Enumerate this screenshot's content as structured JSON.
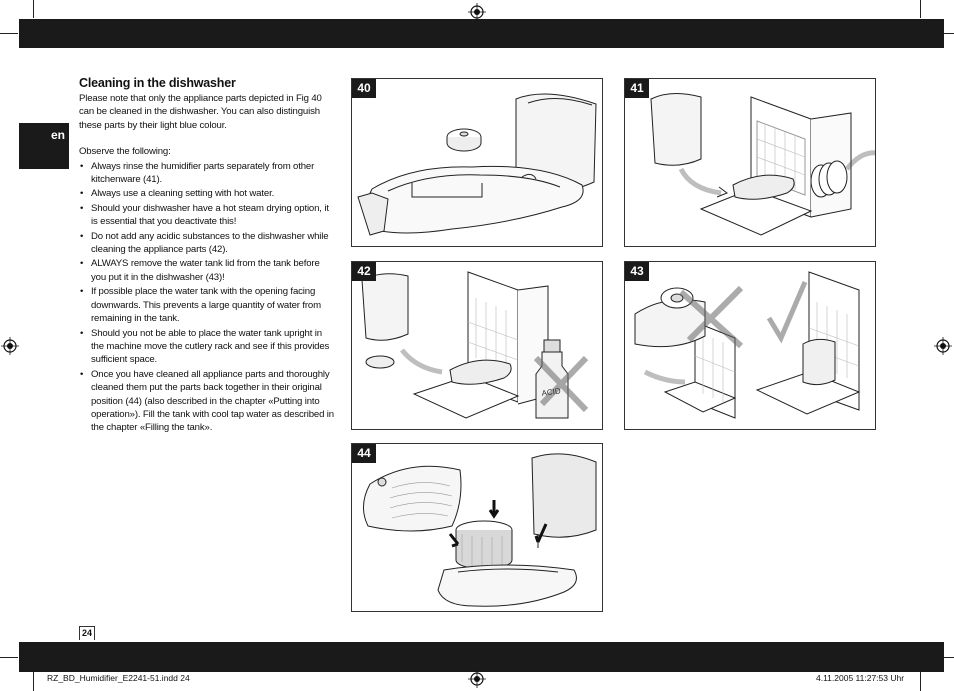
{
  "language_tab": "en",
  "heading": "Cleaning in the dishwasher",
  "intro": "Please note that only the appliance parts depicted in Fig 40 can be cleaned in the dishwasher. You can also distinguish these parts by their light blue colour.",
  "observe": "Observe the following:",
  "bullets": [
    "Always rinse the humidifier parts separately from other kitchenware (41).",
    "Always use a cleaning setting with hot water.",
    "Should your dishwasher have a hot steam drying option, it is essential that you deactivate this!",
    "Do not add any acidic substances to the dishwasher while cleaning the appliance parts (42).",
    "ALWAYS remove the water tank lid from the tank before you put it in the dishwasher (43)!",
    "If possible place the water tank with the opening facing downwards. This prevents a large quantity of water from remaining in the tank.",
    "Should you not be able to place the water tank upright in the machine move the cutlery rack and see if this provides sufficient space.",
    "Once you have cleaned all appliance parts and thoroughly cleaned them put the parts back together in their original position (44) (also described in the chapter «Putting into operation»). Fill the tank with cool tap water as described in the chapter «Filling the tank»."
  ],
  "figures": {
    "f40": "40",
    "f41": "41",
    "f42": "42",
    "f43": "43",
    "f44": "44"
  },
  "acid_label": "ACID",
  "page_number": "24",
  "footer": {
    "file": "RZ_BD_Humidifier_E2241-51.indd   24",
    "timestamp": "4.11.2005   11:27:53 Uhr"
  }
}
